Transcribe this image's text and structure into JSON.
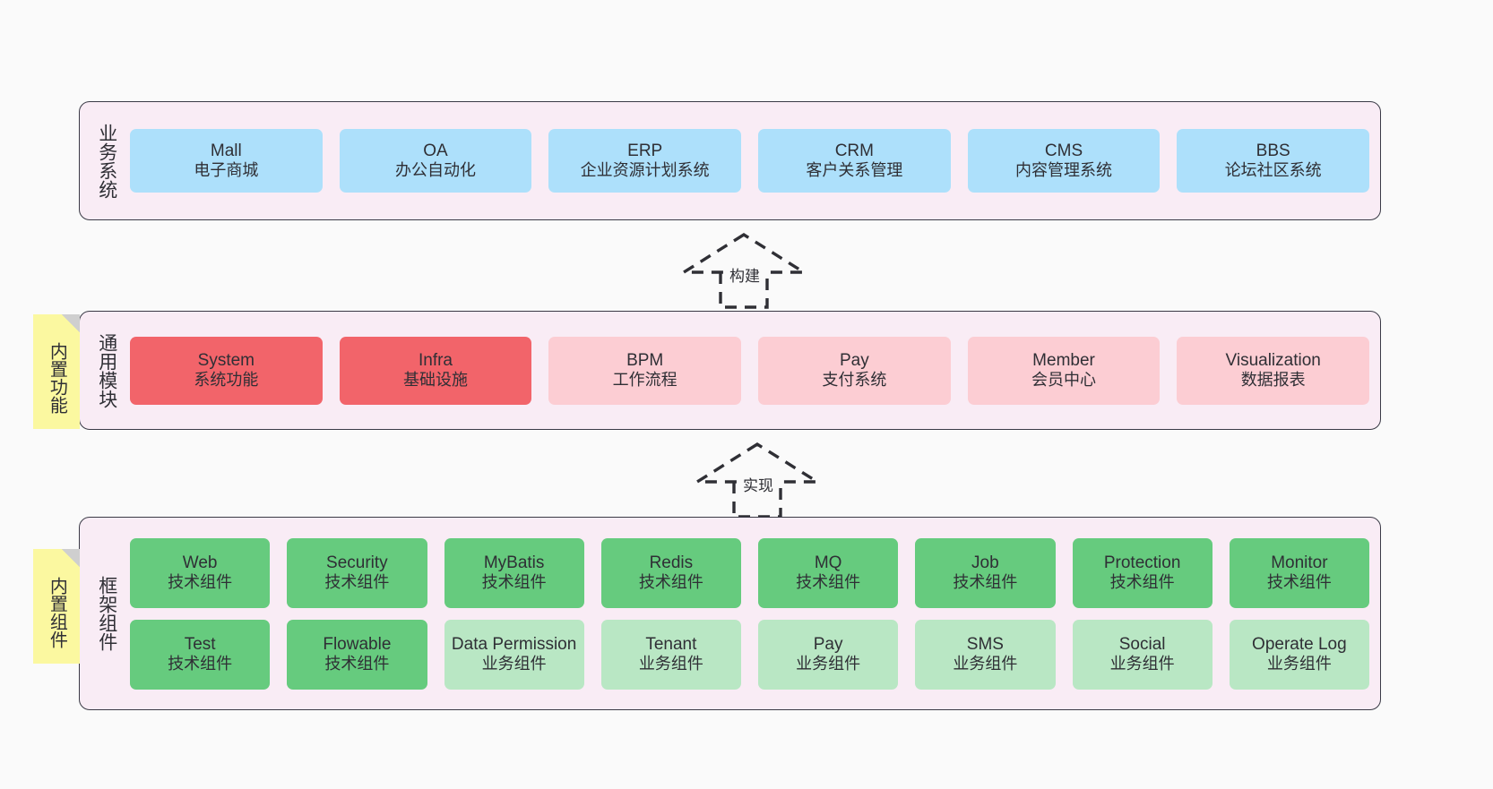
{
  "layers": [
    {
      "id": "business",
      "title": "业务系统",
      "rows": [
        {
          "cards": [
            {
              "en": "Mall",
              "cn": "电子商城",
              "color": "blue"
            },
            {
              "en": "OA",
              "cn": "办公自动化",
              "color": "blue"
            },
            {
              "en": "ERP",
              "cn": "企业资源计划系统",
              "color": "blue"
            },
            {
              "en": "CRM",
              "cn": "客户关系管理",
              "color": "blue"
            },
            {
              "en": "CMS",
              "cn": "内容管理系统",
              "color": "blue"
            },
            {
              "en": "BBS",
              "cn": "论坛社区系统",
              "color": "blue"
            }
          ]
        }
      ]
    },
    {
      "id": "common",
      "title": "通用模块",
      "rows": [
        {
          "cards": [
            {
              "en": "System",
              "cn": "系统功能",
              "color": "red"
            },
            {
              "en": "Infra",
              "cn": "基础设施",
              "color": "red"
            },
            {
              "en": "BPM",
              "cn": "工作流程",
              "color": "pink"
            },
            {
              "en": "Pay",
              "cn": "支付系统",
              "color": "pink"
            },
            {
              "en": "Member",
              "cn": "会员中心",
              "color": "pink"
            },
            {
              "en": "Visualization",
              "cn": "数据报表",
              "color": "pink"
            }
          ]
        }
      ]
    },
    {
      "id": "framework",
      "title": "框架组件",
      "rows": [
        {
          "cards": [
            {
              "en": "Web",
              "cn": "技术组件",
              "color": "green"
            },
            {
              "en": "Security",
              "cn": "技术组件",
              "color": "green"
            },
            {
              "en": "MyBatis",
              "cn": "技术组件",
              "color": "green"
            },
            {
              "en": "Redis",
              "cn": "技术组件",
              "color": "green"
            },
            {
              "en": "MQ",
              "cn": "技术组件",
              "color": "green"
            },
            {
              "en": "Job",
              "cn": "技术组件",
              "color": "green"
            },
            {
              "en": "Protection",
              "cn": "技术组件",
              "color": "green"
            },
            {
              "en": "Monitor",
              "cn": "技术组件",
              "color": "green"
            }
          ]
        },
        {
          "cards": [
            {
              "en": "Test",
              "cn": "技术组件",
              "color": "green"
            },
            {
              "en": "Flowable",
              "cn": "技术组件",
              "color": "green"
            },
            {
              "en": "Data Permission",
              "cn": "业务组件",
              "color": "lgreen",
              "wrap": true
            },
            {
              "en": "Tenant",
              "cn": "业务组件",
              "color": "lgreen"
            },
            {
              "en": "Pay",
              "cn": "业务组件",
              "color": "lgreen"
            },
            {
              "en": "SMS",
              "cn": "业务组件",
              "color": "lgreen"
            },
            {
              "en": "Social",
              "cn": "业务组件",
              "color": "lgreen"
            },
            {
              "en": "Operate Log",
              "cn": "业务组件",
              "color": "lgreen"
            }
          ]
        }
      ]
    }
  ],
  "notes": [
    {
      "id": "builtin-function",
      "label": "内置功能"
    },
    {
      "id": "builtin-component",
      "label": "内置组件"
    }
  ],
  "arrows": [
    {
      "id": "build",
      "label": "构建"
    },
    {
      "id": "impl",
      "label": "实现"
    }
  ],
  "colors": {
    "background": "#fafafa",
    "layer_fill": "#f9ecf5",
    "layer_border": "#3a3a46",
    "blue": "#ade0fb",
    "red": "#f2646a",
    "pink": "#fccdd3",
    "green": "#66cb7e",
    "light_green": "#b9e7c4",
    "note_yellow": "#fbf8a0",
    "note_fold": "#cfcfcf",
    "text": "#2f2f35"
  }
}
